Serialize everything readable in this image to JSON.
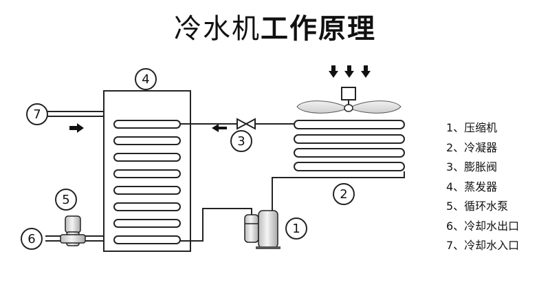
{
  "title": {
    "part1": "冷水机",
    "part2": "工作原理"
  },
  "markers": {
    "m1": "1",
    "m2": "2",
    "m3": "3",
    "m4": "4",
    "m5": "5",
    "m6": "6",
    "m7": "7"
  },
  "legend": [
    {
      "text": "1、压缩机"
    },
    {
      "text": "2、冷凝器"
    },
    {
      "text": "3、膨胀阀"
    },
    {
      "text": "4、蒸发器"
    },
    {
      "text": "5、循环水泵"
    },
    {
      "text": "6、冷却水出口"
    },
    {
      "text": "7、冷却水入口"
    }
  ],
  "colors": {
    "line": "#222222",
    "fill_light": "#ffffff",
    "fill_grey": "#e6e6e6",
    "arrow": "#111111"
  },
  "icons": {
    "fan": "fan-icon",
    "air-arrows": "down-arrow-icon",
    "flow-arrow": "right-arrow-icon",
    "valve": "expansion-valve-icon",
    "pump": "pump-icon",
    "compressor": "compressor-icon"
  }
}
